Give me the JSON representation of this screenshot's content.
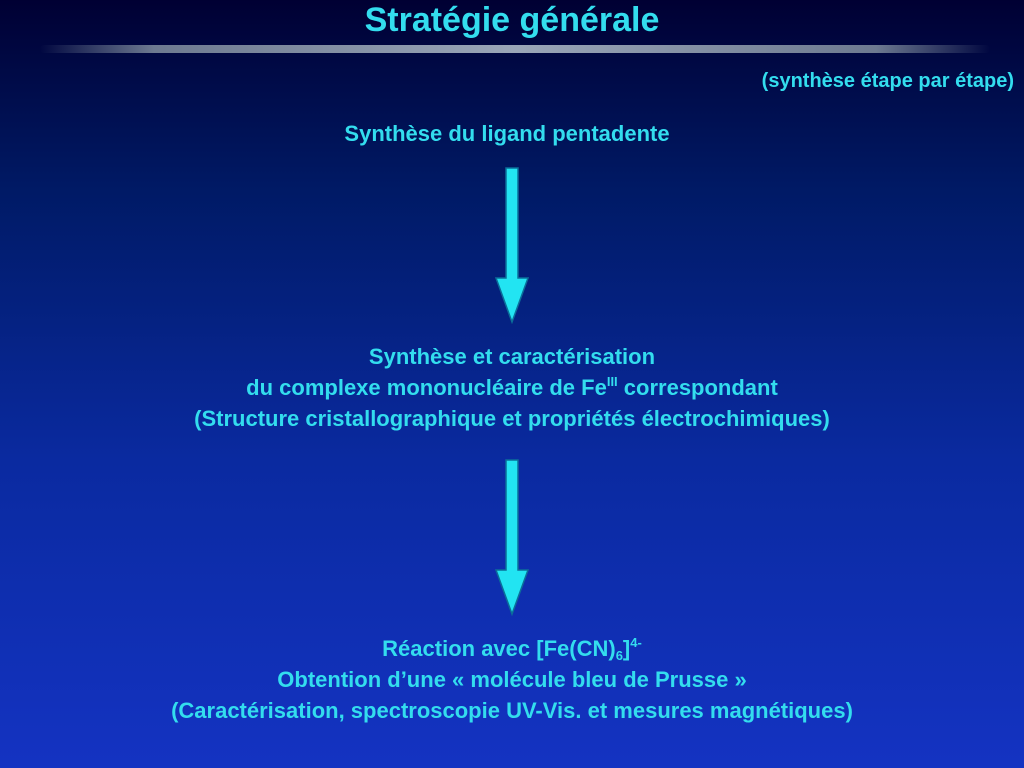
{
  "slide": {
    "title": "Stratégie générale",
    "subtitle": "(synthèse étape par étape)"
  },
  "steps": [
    {
      "line1": "Synthèse du ligand pentadente"
    },
    {
      "line1": "Synthèse et caractérisation",
      "line2_pre": "du complexe mononucléaire de Fe",
      "line2_sup": "III",
      "line2_post": " correspondant",
      "line3": "(Structure cristallographique et propriétés électrochimiques)"
    },
    {
      "line1_pre": "Réaction avec [Fe(CN)",
      "line1_sub": "6",
      "line1_mid": "]",
      "line1_sup": "4-",
      "line2": "Obtention d’une « molécule bleu de Prusse »",
      "line3": "(Caractérisation, spectroscopie UV-Vis. et  mesures magnétiques)"
    }
  ],
  "colors": {
    "text": "#33ddee",
    "arrow": "#22e4f2",
    "background_top": "#000033",
    "background_bottom": "#1433c2"
  }
}
